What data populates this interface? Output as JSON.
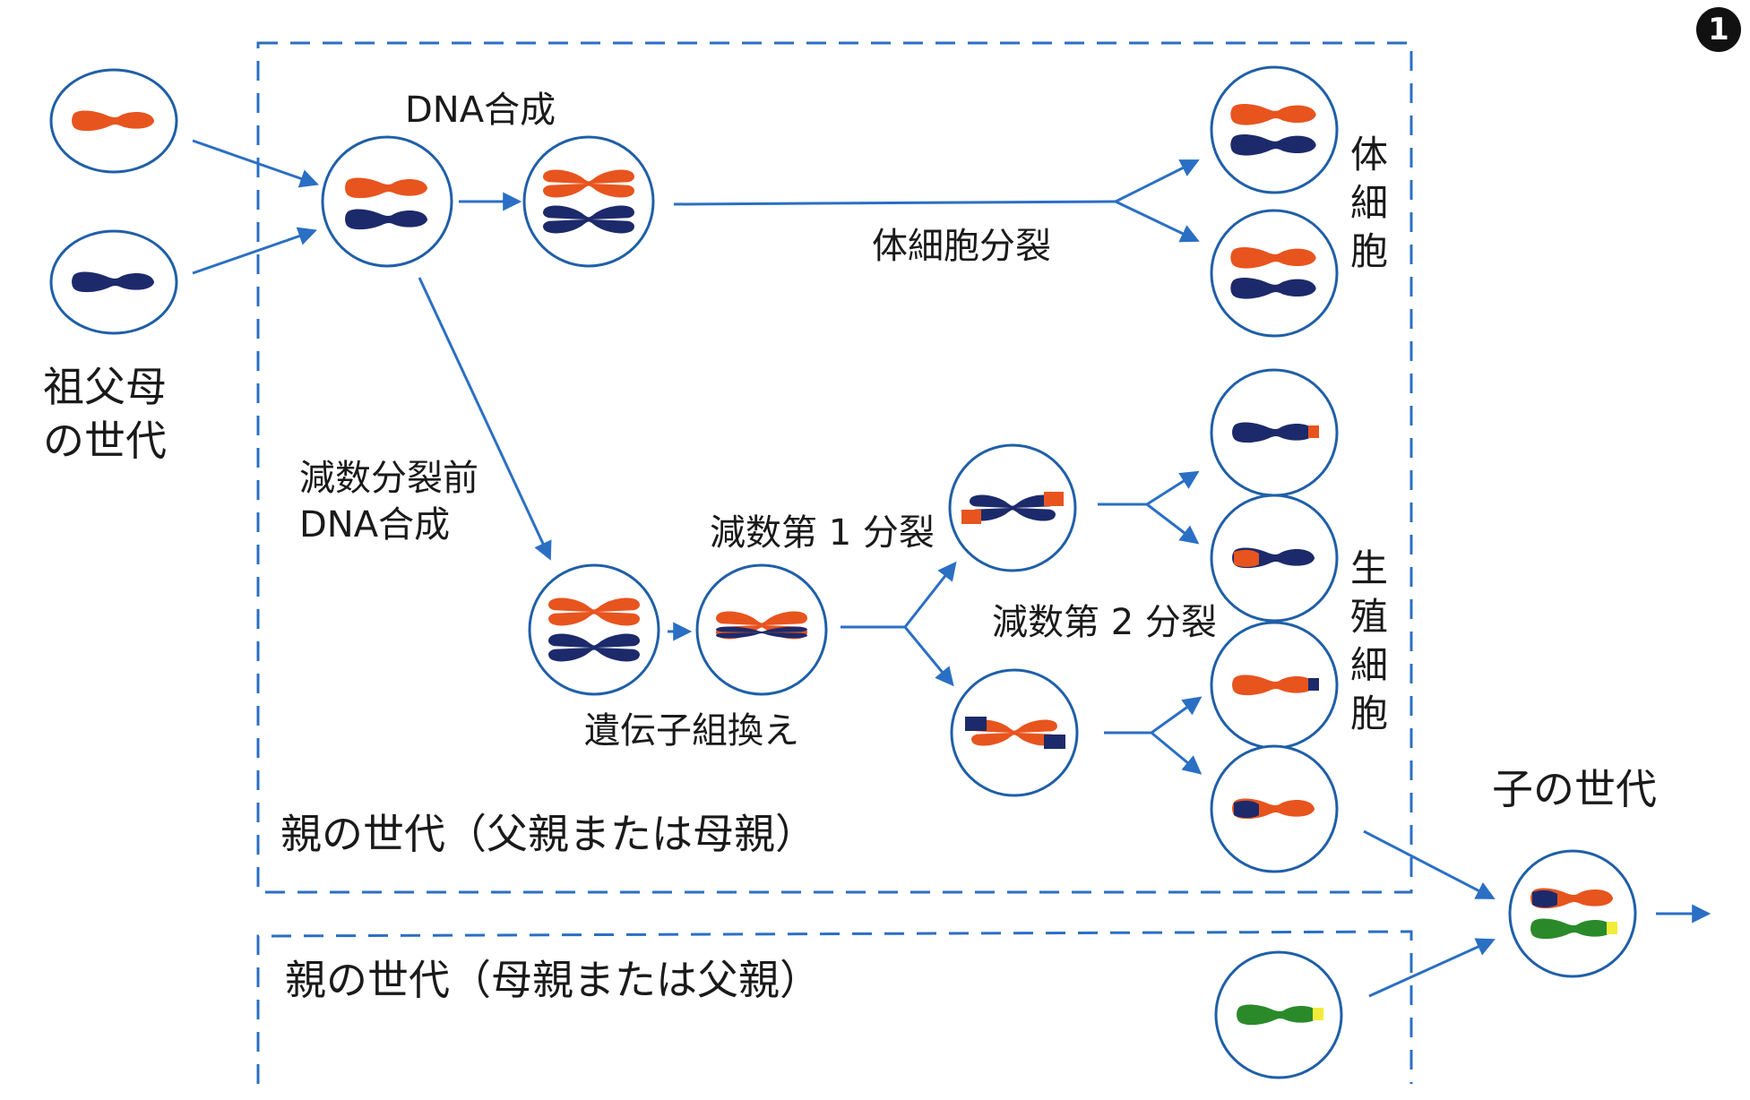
{
  "figure_number": "1",
  "labels": {
    "grandparents": "祖父母\nの世代",
    "dna_synthesis": "DNA合成",
    "somatic_division": "体細胞分裂",
    "somatic_cells": "体細胞",
    "premeiotic_dna_synthesis": "減数分裂前\nDNA合成",
    "meiosis_1": "減数第 1 分裂",
    "meiosis_2": "減数第 2 分裂",
    "recombination": "遺伝子組換え",
    "germ_cells": "生殖細胞",
    "child_generation": "子の世代",
    "parent_generation_1": "親の世代（父親または母親）",
    "parent_generation_2": "親の世代（母親または父親）"
  },
  "colors": {
    "paternal_chromosome": "#e8541e",
    "maternal_chromosome": "#1c2a6b",
    "other_parent_chromosome": "#2a8a2a",
    "tip_marker": "#f2ec3a",
    "arrow": "#2a6fc4",
    "cell_outline": "#1f5fa8",
    "box_border": "#2a6fc4"
  }
}
